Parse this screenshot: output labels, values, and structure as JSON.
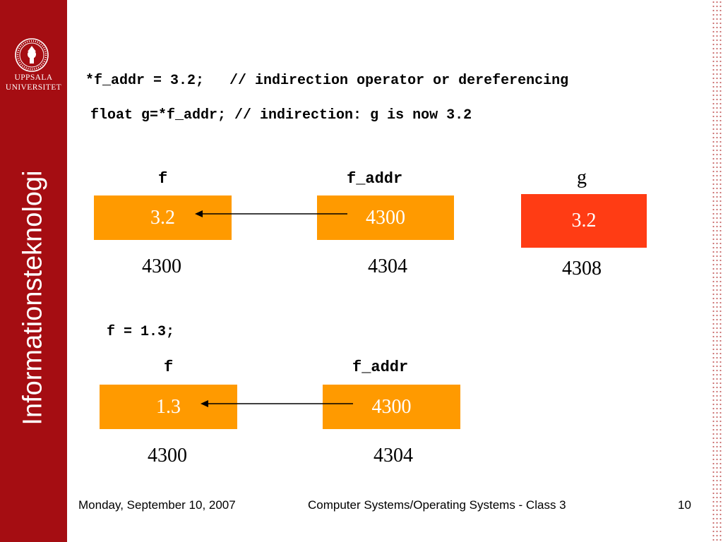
{
  "sidebar": {
    "university_line1": "UPPSALA",
    "university_line2": "UNIVERSITET",
    "department": "Informationsteknologi",
    "band_color": "#a50d12"
  },
  "code": {
    "line1": "*f_addr = 3.2;   // indirection operator or dereferencing",
    "line2": "float g=*f_addr; // indirection: g is now 3.2",
    "line3": "f = 1.3;"
  },
  "diagram1": {
    "f": {
      "label": "f",
      "value": "3.2",
      "address": "4300"
    },
    "f_addr": {
      "label": "f_addr",
      "value": "4300",
      "address": "4304"
    },
    "g": {
      "label": "g",
      "value": "3.2",
      "address": "4308"
    }
  },
  "diagram2": {
    "f": {
      "label": "f",
      "value": "1.3",
      "address": "4300"
    },
    "f_addr": {
      "label": "f_addr",
      "value": "4300",
      "address": "4304"
    }
  },
  "colors": {
    "variable_box": "#ff9a00",
    "g_box": "#ff3c14"
  },
  "footer": {
    "date": "Monday, September 10, 2007",
    "course": "Computer Systems/Operating Systems - Class 3",
    "page": "10"
  }
}
